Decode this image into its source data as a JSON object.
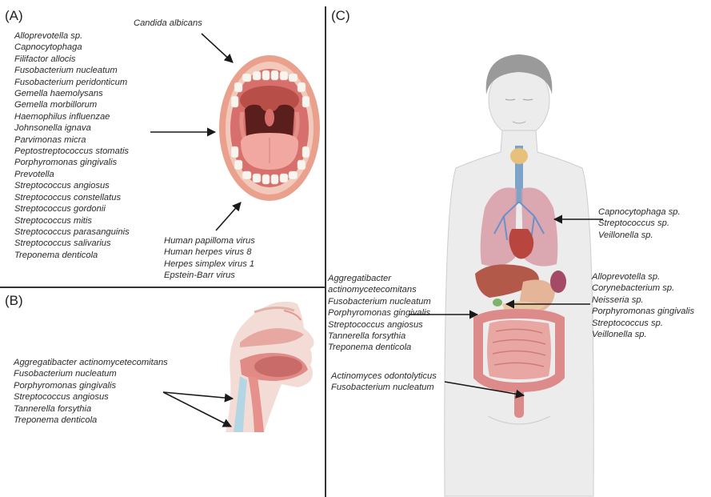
{
  "panels": {
    "a": {
      "label": "(A)",
      "candida": "Candida albicans",
      "bacteria": [
        "Alloprevotella sp.",
        "Capnocytophaga",
        "Filifactor allocis",
        "Fusobacterium nucleatum",
        "Fusobacterium peridonticum",
        "Gemella haemolysans",
        "Gemella morbillorum",
        "Haemophilus influenzae",
        "Johnsonella ignava",
        "Parvimonas micra",
        "Peptostreptococcus stomatis",
        "Porphyromonas gingivalis",
        "Prevotella",
        "Streptococcus angiosus",
        "Streptococcus constellatus",
        "Streptococcus gordonii",
        "Streptococcus mitis",
        "Streptococcus parasanguinis",
        "Streptococcus salivarius",
        "Treponema denticola"
      ],
      "viruses": [
        "Human papilloma virus",
        "Human herpes virus 8",
        "Herpes simplex virus 1",
        "Epstein-Barr virus"
      ]
    },
    "b": {
      "label": "(B)",
      "bacteria": [
        "Aggregatibacter actinomycetecomitans",
        "Fusobacterium nucleatum",
        "Porphyromonas gingivalis",
        "Streptococcus angiosus",
        "Tannerella forsythia",
        "Treponema denticola"
      ]
    },
    "c": {
      "label": "(C)",
      "lungs": [
        "Capnocytophaga sp.",
        "Streptococcus sp.",
        "Veillonella sp."
      ],
      "pancreas": [
        "Alloprevotella sp.",
        "Corynebacterium sp.",
        "Neisseria sp.",
        "Porphyromonas gingivalis",
        "Streptococcus  sp.",
        "Veillonella sp."
      ],
      "liver": [
        "Aggregatibacter",
        "actinomycetecomitans",
        "Fusobacterium nucleatum",
        "Porphyromonas gingivalis",
        "Streptococcus angiosus",
        "Tannerella forsythia",
        "Treponema denticola"
      ],
      "colon": [
        "Actinomyces odontolyticus",
        "Fusobacterium nucleatum"
      ]
    }
  },
  "colors": {
    "divider": "#333333",
    "arrow": "#1a1a1a",
    "lip": "#e9a08c",
    "gum": "#d76f6c",
    "throat": "#5a1f1c",
    "tongue": "#f0a8a0",
    "skin": "#ececec",
    "lung": "#d9a0aa",
    "liver": "#b2594a",
    "intestine": "#dd8a8a"
  }
}
